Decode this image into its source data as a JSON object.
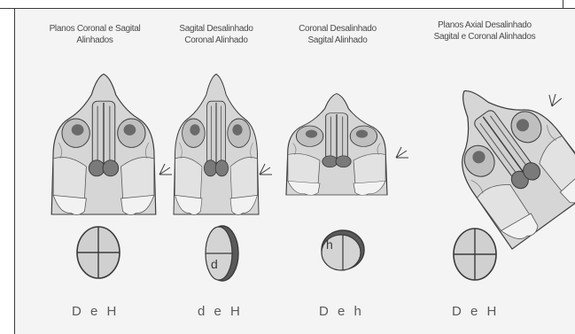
{
  "panels": [
    {
      "title_line1": "Planos Coronal e Sagital",
      "title_line2": "Alinhados",
      "caption": "D e H"
    },
    {
      "title_line1": "Sagital Desalinhado",
      "title_line2": "Coronal Alinhado",
      "caption": "d e H",
      "ellipse_letter": "d"
    },
    {
      "title_line1": "Coronal Desalinhado",
      "title_line2": "Sagital Alinhado",
      "caption": "D e h",
      "ellipse_letter": "h"
    },
    {
      "title_line1": "Planos Axial Desalinhado",
      "title_line2": "Sagital e Coronal Alinhados",
      "caption": "D e H"
    }
  ],
  "colors": {
    "background": "#f4f4f4",
    "stroke": "#3a3a3a",
    "bone": "#bdbdbd",
    "tissue": "#dcdcdc"
  }
}
